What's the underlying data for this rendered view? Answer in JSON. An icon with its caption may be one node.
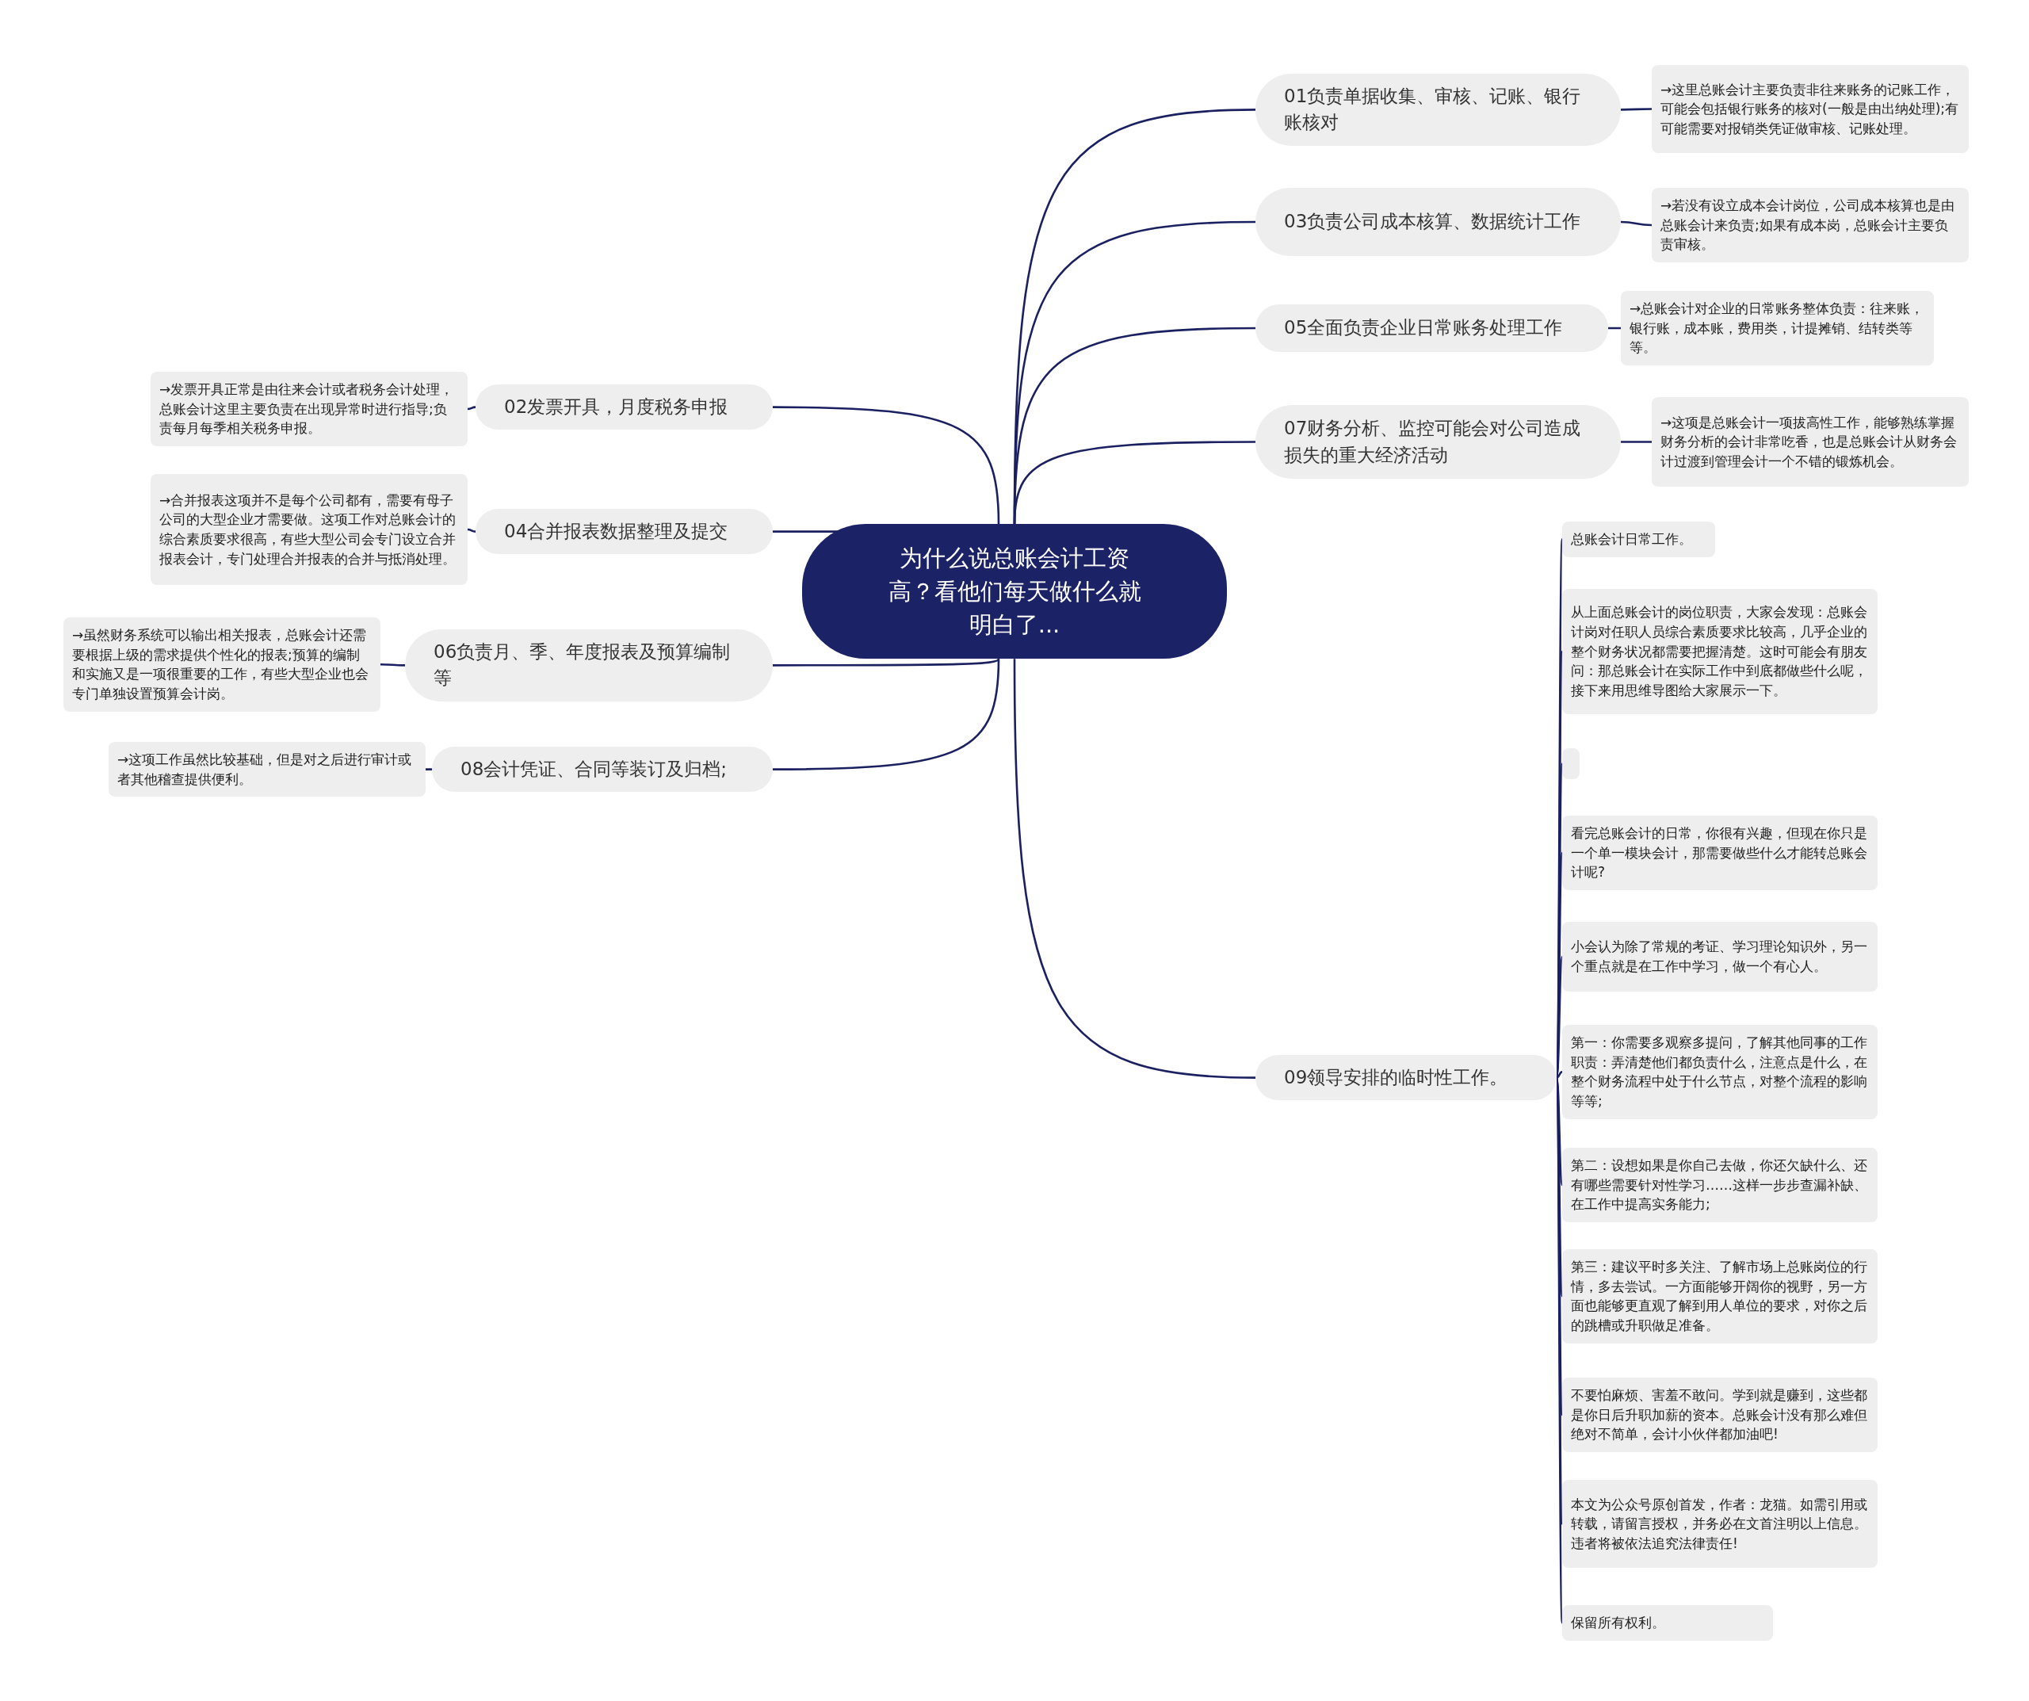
{
  "diagram": {
    "nodes": [
      {
        "text": [
          "为什么说总账会计工资高？看他们每天做什么就明白了..."
        ]
      },
      {
        "text": [
          "01负责单据收集、审核、记账、银行账核对"
        ]
      },
      {
        "text": [
          "→这里总账会计主要负责非往来账务的记账工作，可能会包括银行账务的核对(一般是由出纳处理);有可能需要对报销类凭证做审核、记账处理。"
        ]
      },
      {
        "text": [
          "03负责公司成本核算、数据统计工作"
        ]
      },
      {
        "text": [
          "→若没有设立成本会计岗位，公司成本核算也是由总账会计来负责;如果有成本岗，总账会计主要负责审核。"
        ]
      },
      {
        "text": [
          "05全面负责企业日常账务处理工作"
        ]
      },
      {
        "text": [
          "→总账会计对企业的日常账务整体负责：往来账，银行账，成本账，费用类，计提摊销、结转类等等。"
        ]
      },
      {
        "text": [
          "07财务分析、监控可能会对公司造成损失的重大经济活动"
        ]
      },
      {
        "text": [
          "→这项是总账会计一项拔高性工作，能够熟练掌握财务分析的会计非常吃香，也是总账会计从财务会计过渡到管理会计一个不错的锻炼机会。"
        ]
      },
      {
        "text": [
          "02发票开具，月度税务申报"
        ]
      },
      {
        "text": [
          "→发票开具正常是由往来会计或者税务会计处理，总账会计这里主要负责在出现异常时进行指导;负责每月每季相关税务申报。"
        ]
      },
      {
        "text": [
          "04合并报表数据整理及提交"
        ]
      },
      {
        "text": [
          "→合并报表这项并不是每个公司都有，需要有母子公司的大型企业才需要做。这项工作对总账会计的综合素质要求很高，有些大型公司会专门设立合并报表会计，专门处理合并报表的合并与抵消处理。"
        ]
      },
      {
        "text": [
          "06负责月、季、年度报表及预算编制等"
        ]
      },
      {
        "text": [
          "→虽然财务系统可以输出相关报表，总账会计还需要根据上级的需求提供个性化的报表;预算的编制和实施又是一项很重要的工作，有些大型企业也会专门单独设置预算会计岗。"
        ]
      },
      {
        "text": [
          "08会计凭证、合同等装订及归档;"
        ]
      },
      {
        "text": [
          "→这项工作虽然比较基础，但是对之后进行审计或者其他稽查提供便利。"
        ]
      },
      {
        "text": [
          "09领导安排的临时性工作。"
        ]
      },
      {
        "text": [
          "总账会计日常工作。"
        ]
      },
      {
        "text": [
          "从上面总账会计的岗位职责，大家会发现：总账会计岗对任职人员综合素质要求比较高，几乎企业的整个财务状况都需要把握清楚。这时可能会有朋友问：那总账会计在实际工作中到底都做些什么呢，接下来用思维导图给大家展示一下。"
        ]
      },
      {
        "text": [],
        "shape": "box"
      },
      {
        "text": [
          "看完总账会计的日常，你很有兴趣，但现在你只是一个单一模块会计，那需要做些什么才能转总账会计呢?"
        ]
      },
      {
        "text": [
          "小会认为除了常规的考证、学习理论知识外，另一个重点就是在工作中学习，做一个有心人。"
        ]
      },
      {
        "text": [
          "第一：你需要多观察多提问，了解其他同事的工作职责：弄清楚他们都负责什么，注意点是什么，在整个财务流程中处于什么节点，对整个流程的影响等等;"
        ]
      },
      {
        "text": [
          "第二：设想如果是你自己去做，你还欠缺什么、还有哪些需要针对性学习……这样一步步查漏补缺、在工作中提高实务能力;"
        ]
      },
      {
        "text": [
          "第三：建议平时多关注、了解市场上总账岗位的行情，多去尝试。一方面能够开阔你的视野，另一方面也能够更直观了解到用人单位的要求，对你之后的跳槽或升职做足准备。"
        ]
      },
      {
        "text": [
          "不要怕麻烦、害羞不敢问。学到就是赚到，这些都是你日后升职加薪的资本。总账会计没有那么难但绝对不简单，会计小伙伴都加油吧!"
        ]
      },
      {
        "text": [
          "本文为公众号原创首发，作者：龙猫。如需引用或转载，请留言授权，并务必在文首注明以上信息。违者将被依法追究法律责任!"
        ]
      },
      {
        "text": [
          "保留所有权利。"
        ]
      }
    ],
    "edges": [
      {
        "from": 0,
        "to": 1,
        "arrow": "none"
      },
      {
        "from": 1,
        "to": 2,
        "arrow": "none"
      },
      {
        "from": 0,
        "to": 3,
        "arrow": "none"
      },
      {
        "from": 3,
        "to": 4,
        "arrow": "none"
      },
      {
        "from": 0,
        "to": 5,
        "arrow": "none"
      },
      {
        "from": 5,
        "to": 6,
        "arrow": "none"
      },
      {
        "from": 0,
        "to": 7,
        "arrow": "none"
      },
      {
        "from": 7,
        "to": 8,
        "arrow": "none"
      },
      {
        "from": 0,
        "to": 9,
        "arrow": "none"
      },
      {
        "from": 9,
        "to": 10,
        "arrow": "none"
      },
      {
        "from": 0,
        "to": 11,
        "arrow": "none"
      },
      {
        "from": 11,
        "to": 12,
        "arrow": "none"
      },
      {
        "from": 0,
        "to": 13,
        "arrow": "none"
      },
      {
        "from": 13,
        "to": 14,
        "arrow": "none"
      },
      {
        "from": 0,
        "to": 15,
        "arrow": "none"
      },
      {
        "from": 15,
        "to": 16,
        "arrow": "none"
      },
      {
        "from": 0,
        "to": 17,
        "arrow": "none"
      },
      {
        "from": 17,
        "to": 18,
        "arrow": "none"
      },
      {
        "from": 17,
        "to": 19,
        "arrow": "none"
      },
      {
        "from": 17,
        "to": 20,
        "arrow": "none"
      },
      {
        "from": 17,
        "to": 21,
        "arrow": "none"
      },
      {
        "from": 17,
        "to": 22,
        "arrow": "none"
      },
      {
        "from": 17,
        "to": 23,
        "arrow": "none"
      },
      {
        "from": 17,
        "to": 24,
        "arrow": "none"
      },
      {
        "from": 17,
        "to": 25,
        "arrow": "none"
      },
      {
        "from": 17,
        "to": 26,
        "arrow": "none"
      },
      {
        "from": 17,
        "to": 27,
        "arrow": "none"
      },
      {
        "from": 17,
        "to": 28,
        "arrow": "none"
      }
    ]
  }
}
